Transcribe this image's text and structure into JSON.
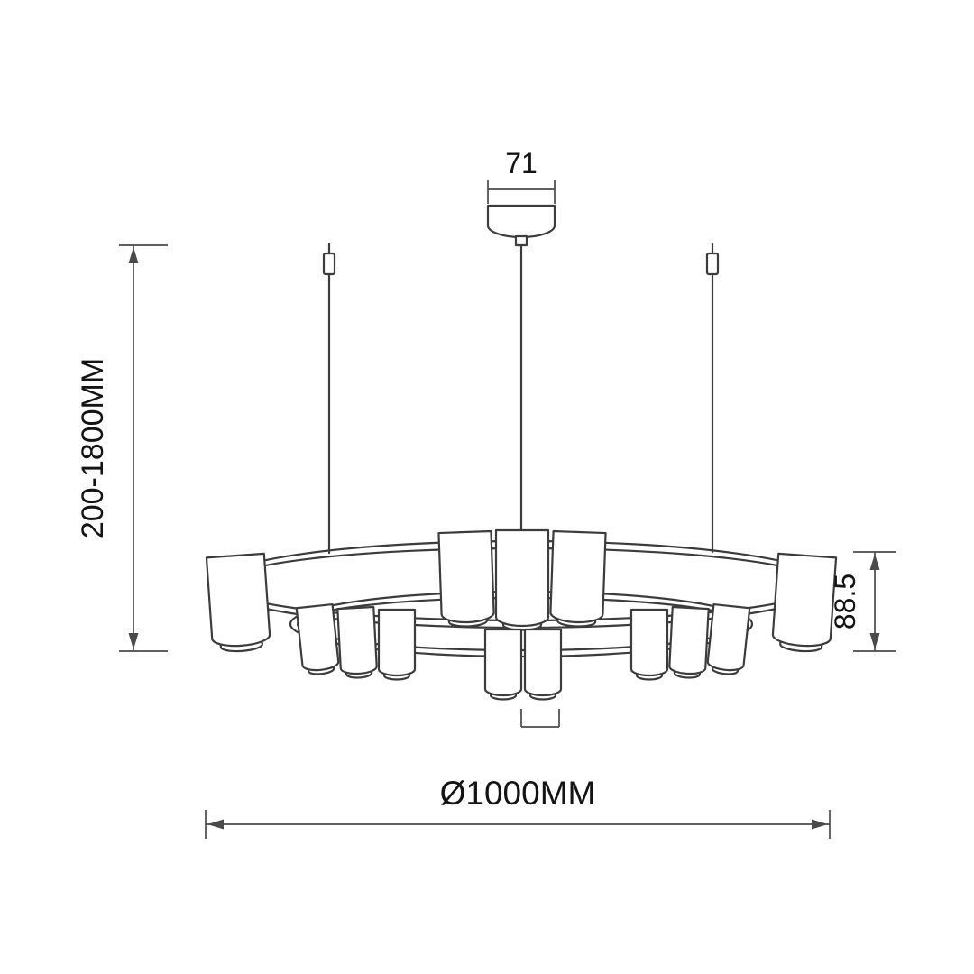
{
  "page": {
    "background": "#ffffff",
    "line_color": "#3c3c3c",
    "dimension_color": "#4a4a4a"
  },
  "drawing": {
    "subject": "chandelier pendant fixture dimension drawing"
  },
  "dimensions": {
    "canopy_width": "71",
    "suspension_height": "200-1800MM",
    "shade_height": "88.5",
    "diameter": "Ø1000MM"
  }
}
